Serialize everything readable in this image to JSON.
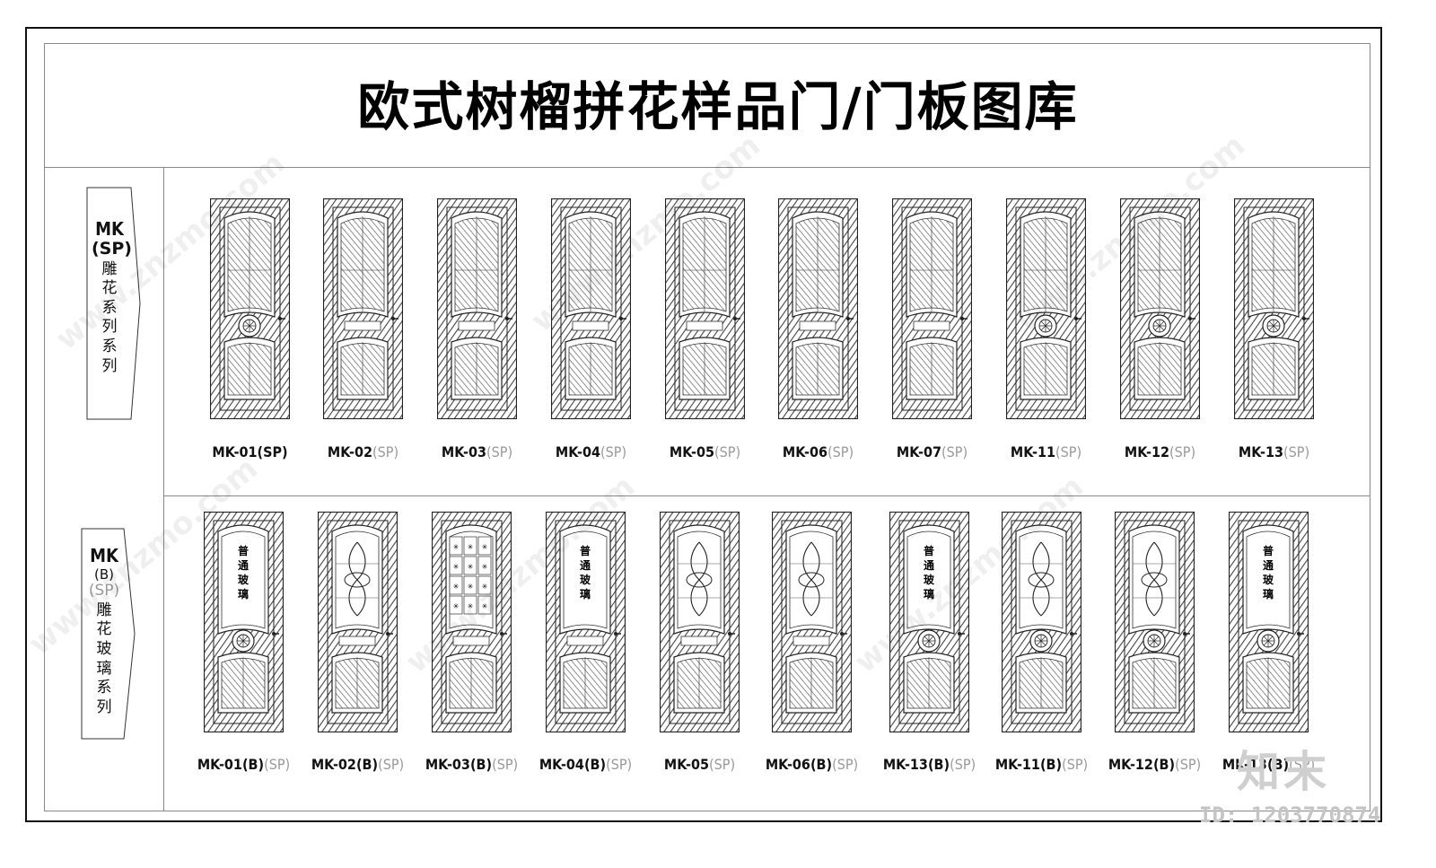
{
  "title": "欧式树榴拼花样品门/门板图库",
  "rows": [
    {
      "series_code": "MK",
      "series_sub": [
        "(SP)"
      ],
      "series_name": [
        "雕",
        "花",
        "系",
        "列",
        "系",
        "列"
      ],
      "doors": [
        {
          "code": "MK-01",
          "suffix": "(SP)",
          "gray": false,
          "glass": "none",
          "medallion": true
        },
        {
          "code": "MK-02",
          "suffix": "(SP)",
          "gray": true,
          "glass": "none",
          "medallion": false
        },
        {
          "code": "MK-03",
          "suffix": "(SP)",
          "gray": true,
          "glass": "none",
          "medallion": false
        },
        {
          "code": "MK-04",
          "suffix": "(SP)",
          "gray": true,
          "glass": "none",
          "medallion": false
        },
        {
          "code": "MK-05",
          "suffix": "(SP)",
          "gray": true,
          "glass": "none",
          "medallion": false
        },
        {
          "code": "MK-06",
          "suffix": "(SP)",
          "gray": true,
          "glass": "none",
          "medallion": false
        },
        {
          "code": "MK-07",
          "suffix": "(SP)",
          "gray": true,
          "glass": "none",
          "medallion": false
        },
        {
          "code": "MK-11",
          "suffix": "(SP)",
          "gray": true,
          "glass": "none",
          "medallion": true
        },
        {
          "code": "MK-12",
          "suffix": "(SP)",
          "gray": true,
          "glass": "none",
          "medallion": true
        },
        {
          "code": "MK-13",
          "suffix": "(SP)",
          "gray": true,
          "glass": "none",
          "medallion": true
        }
      ]
    },
    {
      "series_code": "MK",
      "series_sub": [
        "(B)",
        "(SP)"
      ],
      "series_name": [
        "雕",
        "花",
        "玻",
        "璃",
        "系",
        "列"
      ],
      "doors": [
        {
          "code": "MK-01(B)",
          "suffix": "(SP)",
          "gray": true,
          "glass": "plain",
          "medallion": true
        },
        {
          "code": "MK-02(B)",
          "suffix": "(SP)",
          "gray": true,
          "glass": "carved",
          "medallion": false
        },
        {
          "code": "MK-03(B)",
          "suffix": "(SP)",
          "gray": true,
          "glass": "grid",
          "medallion": false
        },
        {
          "code": "MK-04(B)",
          "suffix": "(SP)",
          "gray": true,
          "glass": "plain",
          "medallion": false
        },
        {
          "code": "MK-05",
          "suffix": "(SP)",
          "gray": true,
          "glass": "carved",
          "medallion": false
        },
        {
          "code": "MK-06(B)",
          "suffix": "(SP)",
          "gray": true,
          "glass": "carved",
          "medallion": false
        },
        {
          "code": "MK-13(B)",
          "suffix": "(SP)",
          "gray": true,
          "glass": "plain",
          "medallion": true
        },
        {
          "code": "MK-11(B)",
          "suffix": "(SP)",
          "gray": true,
          "glass": "carved",
          "medallion": true
        },
        {
          "code": "MK-12(B)",
          "suffix": "(SP)",
          "gray": true,
          "glass": "carved",
          "medallion": true
        },
        {
          "code": "MK-13(B)",
          "suffix": "(SP)",
          "gray": true,
          "glass": "plain",
          "medallion": true
        }
      ]
    }
  ],
  "glass_text": [
    "普",
    "通",
    "玻",
    "璃"
  ],
  "watermark": "www.znzmo.com",
  "logo": "知末",
  "image_id": "ID: 1203770874"
}
